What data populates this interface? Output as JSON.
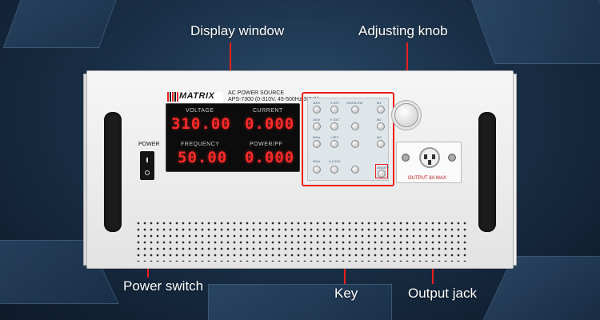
{
  "callouts": {
    "display_window": "Display window",
    "adjusting_knob": "Adjusting knob",
    "power_switch": "Power switch",
    "key": "Key",
    "output_jack": "Output jack"
  },
  "device": {
    "brand": "MATRIX",
    "product_line1": "AC POWER  SOURCE",
    "product_line2": "APS-7300 (0-310V, 45-500Hz,3KVA)",
    "power_label": "POWER",
    "output_label": "OUTPUT 8A MAX",
    "display": {
      "voltage_label": "VOLTAGE",
      "voltage_value": "310.00",
      "current_label": "CURRENT",
      "current_value": "0.000",
      "frequency_label": "FREQUENCY",
      "frequency_value": "50.00",
      "power_label": "POWER/PF",
      "power_value": "0.000"
    },
    "keys": {
      "k1": "100V",
      "k2": "V-SET",
      "k3": "HIGH/LOW",
      "k4": "M1",
      "k5": "200V",
      "k6": "F-SET",
      "k7": "M2",
      "k8": "60Hz",
      "k9": "I-SET",
      "k10": "M3",
      "k11": "50Hz",
      "k12": "V-LOCK",
      "k13": "ON/OFF"
    }
  },
  "colors": {
    "accent": "#e82020",
    "segment": "#ff2a2a"
  }
}
